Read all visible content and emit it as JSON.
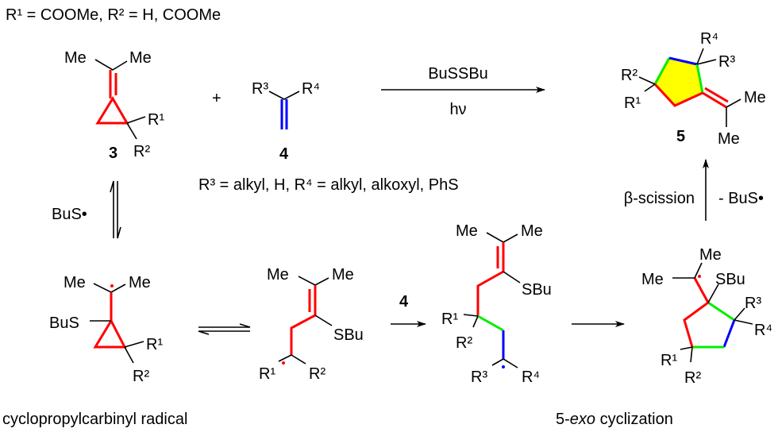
{
  "header": {
    "substituents_R1_R2": "R¹ = COOMe, R² = H, COOMe"
  },
  "compound3": {
    "me_left": "Me",
    "me_right": "Me",
    "r1": "R¹",
    "r2": "R²",
    "label": "3"
  },
  "plus": "+",
  "compound4": {
    "r3": "R³",
    "r4": "R⁴",
    "label": "4",
    "definition": "R³ = alkyl, H, R⁴ = alkyl, alkoxyl, PhS"
  },
  "main_arrow": {
    "reagent": "BuSSBu",
    "condition": "hν"
  },
  "compound5": {
    "r1": "R¹",
    "r2": "R²",
    "r3": "R³",
    "r4": "R⁴",
    "me_right": "Me",
    "me_bottom": "Me",
    "label": "5"
  },
  "step_addition_thiyl": {
    "reagent": "BuS•"
  },
  "radical1": {
    "me_left": "Me",
    "me_right": "Me",
    "bus": "BuS",
    "r1": "R¹",
    "r2": "R²",
    "caption": "cyclopropylcarbinyl radical"
  },
  "radical2": {
    "me_left": "Me",
    "me_right": "Me",
    "sbu": "SBu",
    "r1": "R¹",
    "r2": "R²"
  },
  "step_alkene": {
    "reagent": "4"
  },
  "radical3": {
    "me_left": "Me",
    "me_right": "Me",
    "sbu": "SBu",
    "r1": "R¹",
    "r2": "R²",
    "r3": "R³",
    "r4": "R⁴"
  },
  "radical4": {
    "me_top": "Me",
    "me_left": "Me",
    "sbu": "SBu",
    "r1": "R¹",
    "r2": "R²",
    "r3": "R³",
    "r4": "R⁴",
    "caption": "5-exo cyclization"
  },
  "step_scission": {
    "left": "β-scission",
    "right": "- BuS•"
  },
  "colors": {
    "red_bond": "#ff0000",
    "green_bond": "#00ee00",
    "blue_bond": "#0000ff",
    "ring_fill": "#ffff00"
  }
}
